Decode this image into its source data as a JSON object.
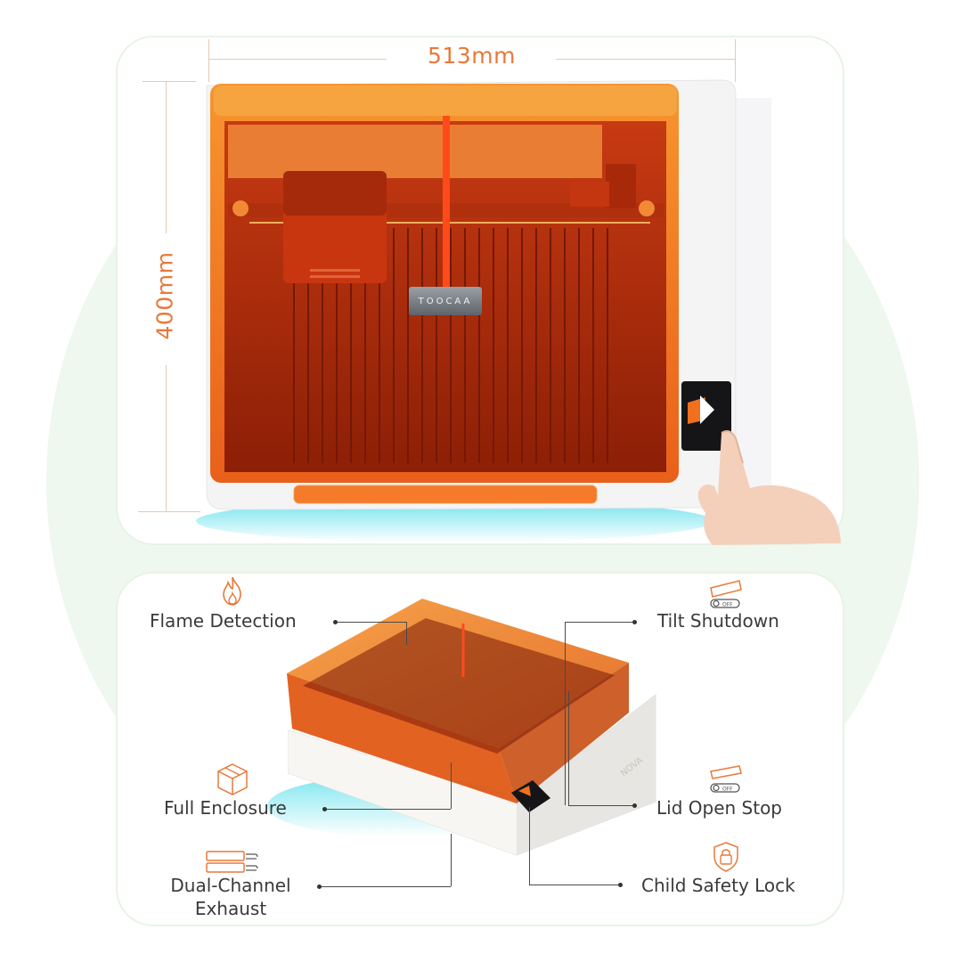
{
  "dimensions": {
    "width": "513mm",
    "height": "400mm"
  },
  "features": {
    "flame_detection": "Flame Detection",
    "tilt_shutdown": "Tilt Shutdown",
    "full_enclosure": "Full Enclosure",
    "lid_open_stop": "Lid Open Stop",
    "dual_channel_exhaust_line1": "Dual-Channel",
    "dual_channel_exhaust_line2": "Exhaust",
    "child_safety_lock": "Child Safety Lock"
  },
  "device": {
    "front_logo": "TOOCAA",
    "side_logo": "NOVA"
  },
  "colors": {
    "accent": "#e8793a",
    "enclosure": "#f06a1a",
    "glow": "#5fe0ec",
    "background_circle": "#eef8ee"
  }
}
